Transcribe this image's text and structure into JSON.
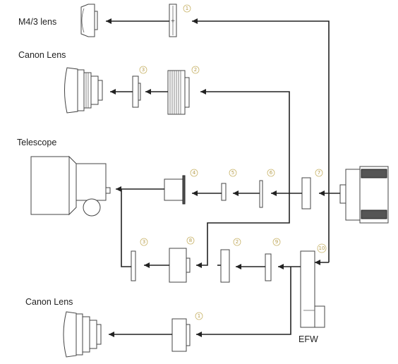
{
  "labels": {
    "m43_lens": "M4/3 lens",
    "canon_lens_top": "Canon Lens",
    "telescope": "Telescope",
    "canon_lens_bottom": "Canon Lens",
    "efw": "EFW"
  },
  "badges": {
    "b1_top": "1",
    "b3_top": "3",
    "b2": "2",
    "b4": "4",
    "b5": "5",
    "b6": "6",
    "b7": "7",
    "b3_mid": "3",
    "b8": "8",
    "b2_mid": "2",
    "b9": "9",
    "b10": "10",
    "b1_bottom": "1"
  }
}
